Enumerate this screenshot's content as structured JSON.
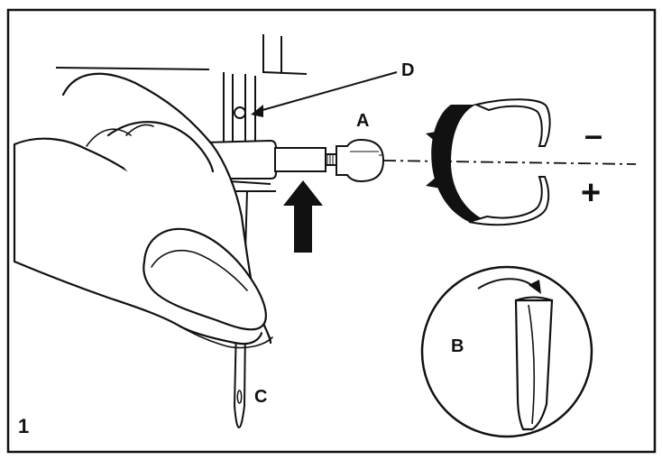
{
  "figure": {
    "number": "1",
    "labels": {
      "a": "A",
      "b": "B",
      "c": "C",
      "d": "D"
    },
    "signs": {
      "minus": "–",
      "plus": "+"
    }
  },
  "colors": {
    "ink": "#111111",
    "paper": "#ffffff",
    "shade": "#d9d9d9"
  }
}
